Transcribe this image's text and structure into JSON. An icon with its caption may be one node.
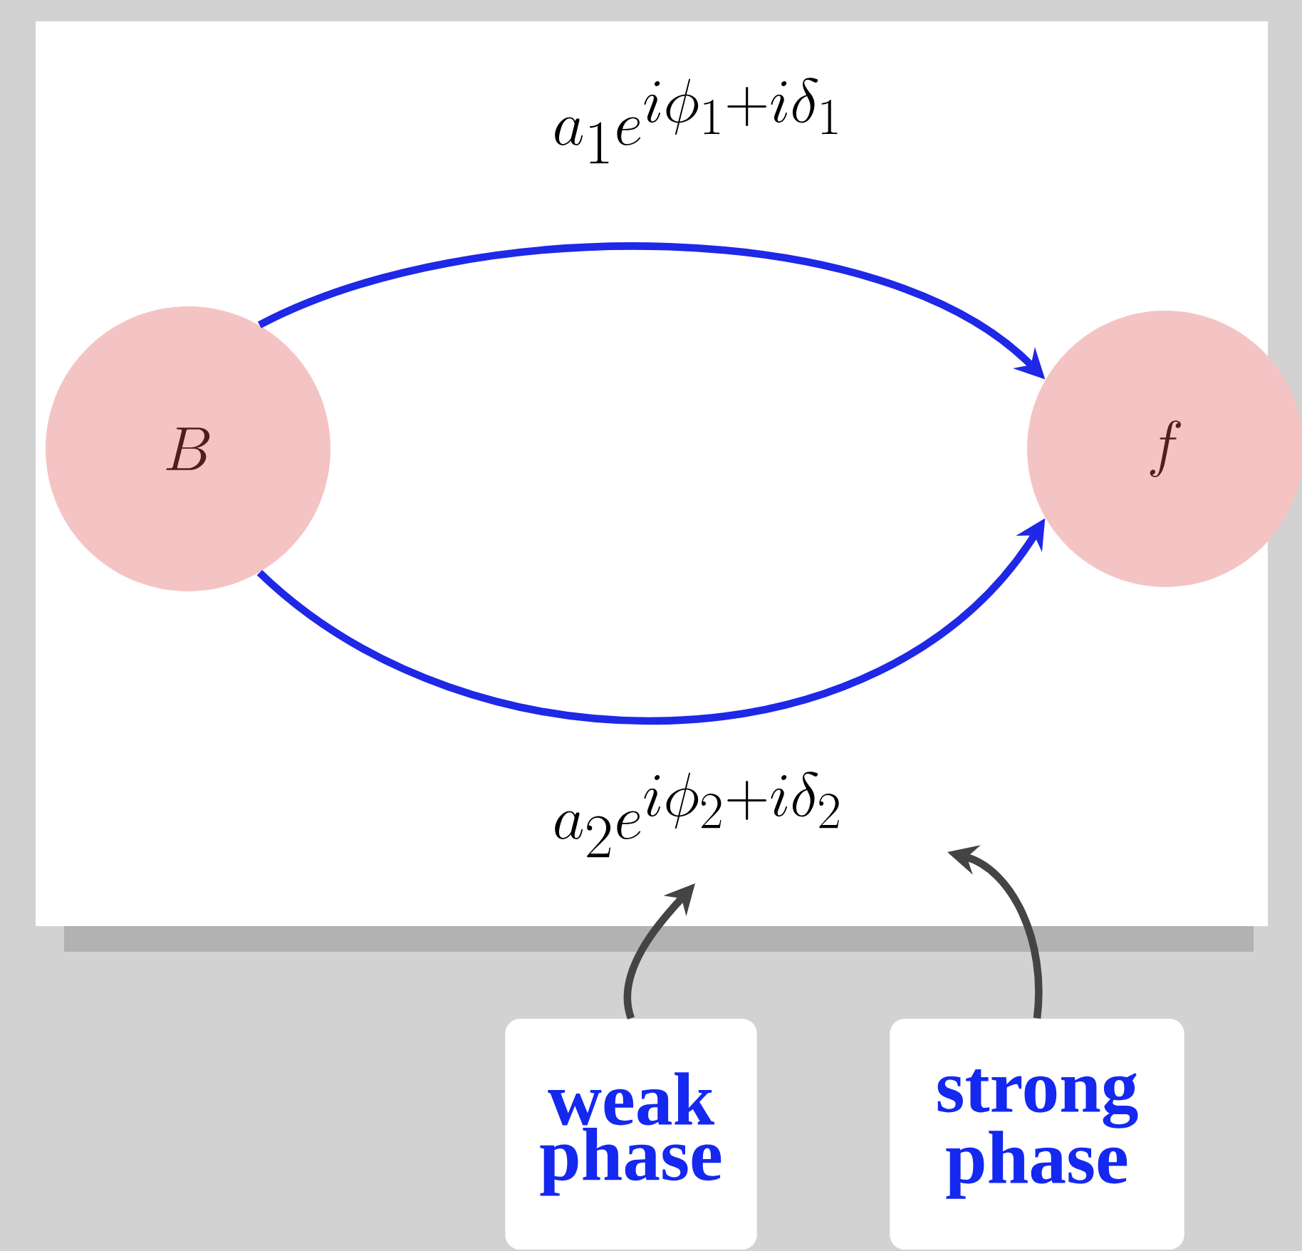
{
  "diagram": {
    "nodes": [
      {
        "text": [
          "B"
        ]
      },
      {
        "text": [
          "f"
        ]
      },
      {
        "text": [
          "weak phase"
        ]
      },
      {
        "text": [
          "strong phase"
        ]
      }
    ],
    "edges": [
      {
        "from": 0,
        "to": 1,
        "arrow": "to",
        "label": "a_1 e^{i\\phi_1+i\\delta_1}"
      },
      {
        "from": 0,
        "to": 1,
        "arrow": "to",
        "label": "a_2 e^{i\\phi_2+i\\delta_2}"
      },
      {
        "from": 2,
        "to": null,
        "arrow": "to",
        "color": "#444444"
      },
      {
        "from": 3,
        "to": null,
        "arrow": "to",
        "color": "#444444"
      }
    ]
  }
}
